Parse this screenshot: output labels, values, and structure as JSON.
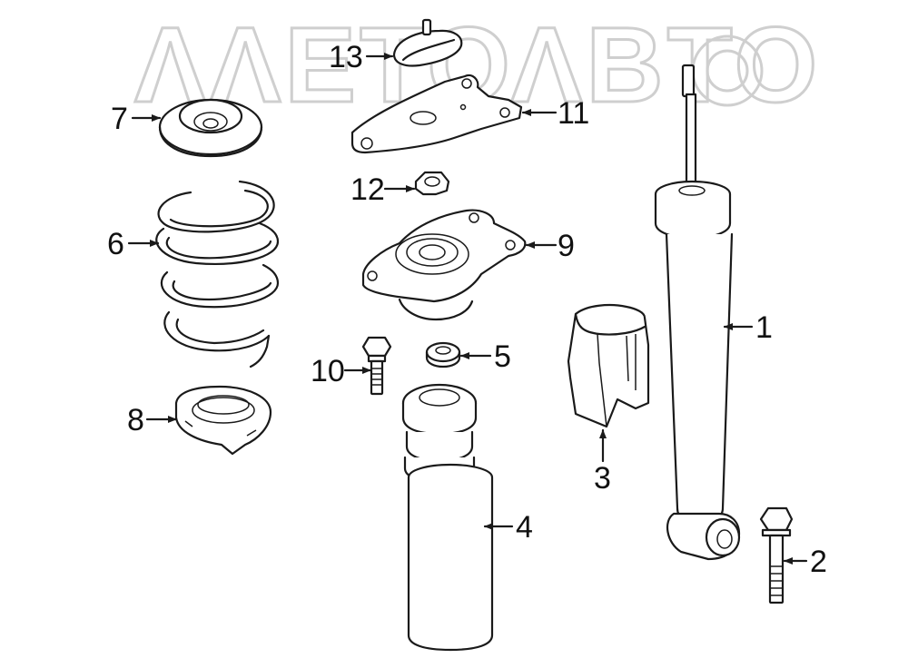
{
  "watermark": "ΛΛΕΤΟΛBTO",
  "colors": {
    "line": "#1a1a1a",
    "watermark": "#cfcfcf",
    "background": "#ffffff"
  },
  "callouts": [
    {
      "id": "1",
      "text": "1"
    },
    {
      "id": "2",
      "text": "2"
    },
    {
      "id": "3",
      "text": "3"
    },
    {
      "id": "4",
      "text": "4"
    },
    {
      "id": "5",
      "text": "5"
    },
    {
      "id": "6",
      "text": "6"
    },
    {
      "id": "7",
      "text": "7"
    },
    {
      "id": "8",
      "text": "8"
    },
    {
      "id": "9",
      "text": "9"
    },
    {
      "id": "10",
      "text": "10"
    },
    {
      "id": "11",
      "text": "11"
    },
    {
      "id": "12",
      "text": "12"
    },
    {
      "id": "13",
      "text": "13"
    }
  ]
}
